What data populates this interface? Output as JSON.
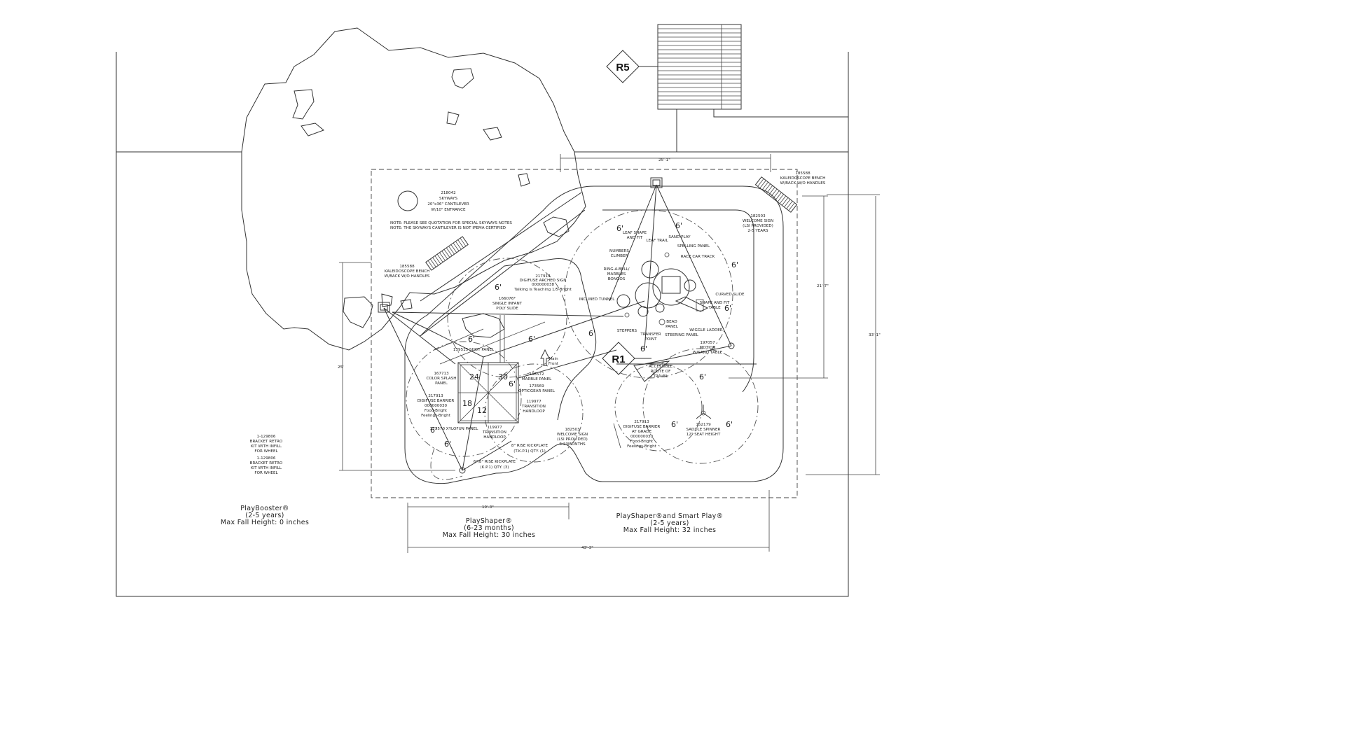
{
  "markers": {
    "r5": "R5",
    "r1": "R1"
  },
  "dimensions": {
    "top_width": "25'-1\"",
    "bottom_left": "19'-3\"",
    "bottom_total": "43'-3\"",
    "right_inner": "21'-7\"",
    "right_outer": "33'-1\"",
    "left_height": "25'",
    "clearance": "6'"
  },
  "deck_heights": [
    "24",
    "30",
    "18",
    "12"
  ],
  "skyways": {
    "code": "218042",
    "name": "SKYWAYS",
    "size": "20\"x36\" CANTILEVER",
    "note": "W/10\" ENTRANCE"
  },
  "notes": [
    "NOTE:      PLEASE SEE QUOTATION FOR SPECIAL SKYWAYS NOTES",
    "NOTE:      THE SKYWAYS CANTILEVER IS NOT IPEMA CERTIFIED"
  ],
  "bench_left": {
    "code": "185588",
    "l1": "KALEIDOSCOPE BENCH",
    "l2": "W/BACK W/O HANDLES"
  },
  "bench_right": {
    "code": "185588",
    "l1": "KALEIDOSCOPE BENCH",
    "l2": "W/BACK W/O HANDLES"
  },
  "welcome_sign_right": {
    "code": "182503",
    "l1": "WELCOME SIGN",
    "l2": "(LSI PROVIDED)",
    "l3": "2-5 YEARS"
  },
  "welcome_sign_left": {
    "code": "182503",
    "l1": "WELCOME SIGN",
    "l2": "(LSI PROVIDED)",
    "l3": "6-23MONTHS"
  },
  "bracket_1": {
    "l1": "1-129806",
    "l2": "BRACKET RETRO",
    "l3": "KIT WITH INFILL",
    "l4": "FOR WHEEL"
  },
  "bracket_2": {
    "l1": "1-129806",
    "l2": "BRACKET RETRO",
    "l3": "KIT WITH INFILL",
    "l4": "FOR WHEEL"
  },
  "arched_sign": {
    "code": "217914",
    "l1": "DIGIFUSE ARCHED SIGN",
    "l2": "000000038",
    "l3": "Talking is Teaching 1/5-Bright"
  },
  "infant_slide": {
    "code": "166076*",
    "l1": "SINGLE INFANT",
    "l2": "POLY SLIDE"
  },
  "small_labels": {
    "shot_panel": "139515 SHOT PANEL",
    "color_splash_code": "167713",
    "color_splash_1": "COLOR SPLASH",
    "color_splash_2": "PANEL",
    "barrier_left_code": "217913",
    "barrier_left_1": "DIGIFUSE BARRIER",
    "barrier_left_2": "000000030",
    "barrier_left_3": "Food-Bright",
    "barrier_left_4": "Feelings-Bright",
    "marble_panel_code": "168572",
    "marble_panel": "MARBLE PANEL",
    "opticgear_code": "173569",
    "opticgear": "OPTICGEAR PANEL",
    "transition_r_code": "119977",
    "transition_r_1": "TRANSITION",
    "transition_r_2": "HANDLOOP",
    "xylofun": "173570 XYLOFUN PANEL",
    "transition_b_code": "119977",
    "transition_b_1": "TRANSITION",
    "transition_b_2": "HANDLOOP",
    "kick_8_1": "8\" RISE KICKPLATE",
    "kick_8_2": "(T.K.P.1) QTY. (1)",
    "kick_6_1": "6\"/8\" RISE KICKPLATE",
    "kick_6_2": "(K.P.1) QTY. (3)",
    "leaf_shape_1": "LEAF SHAPE",
    "leaf_shape_2": "AND FIT",
    "leaf_trail": "LEAF TRAIL",
    "sand_play": "SAND PLAY",
    "spelling_panel": "SPELLING PANEL",
    "race_car_track": "RACE CAR TRACK",
    "numbers_1": "NUMBERS",
    "numbers_2": "CLIMBER",
    "ring_1": "RING-A-BELL/",
    "ring_2": "MARBLES",
    "ring_3": "BONGOS",
    "inclined_tunnel": "INCLINED TUNNEL",
    "curved_slide": "CURVED SLIDE",
    "shape_fit_1": "SHAPE AND FIT",
    "shape_fit_2": "TABLE",
    "steppers": "STEPPERS",
    "transfer_1": "TRANSFER",
    "transfer_2": "POINT",
    "bead_1": "BEAD",
    "bead_2": "PANEL",
    "steering_panel": "STEERING PANEL",
    "wiggle_ladder": "WIGGLE LADDER",
    "motion_code": "197057",
    "motion_1": "MOTION",
    "motion_2": "W/SAND TABLE",
    "access_1": "ACCESSIBLE",
    "access_2": "ROUTE OF",
    "access_3": "TRAVEL",
    "spinner_code": "152179",
    "spinner_1": "SADDLE SPINNER",
    "spinner_2": "12\" SEAT HEIGHT",
    "barrier_right_code": "217913",
    "barrier_right_1": "DIGIFUSE BARRIER",
    "barrier_right_2": "AT GRADE",
    "barrier_right_3": "000000030",
    "barrier_right_4": "Food-Bright",
    "barrier_right_5": "Feelings-Bright",
    "main_front_1": "Main",
    "main_front_2": "Front"
  },
  "zones": [
    {
      "name": "PlayBooster®",
      "age": "(2-5 years)",
      "fall": "Max Fall Height: 0 inches"
    },
    {
      "name": "PlayShaper®",
      "age": "(6-23 months)",
      "fall": "Max Fall Height: 30 inches"
    },
    {
      "name": "PlayShaper®and Smart Play®",
      "age": "(2-5 years)",
      "fall": "Max Fall Height: 32 inches"
    }
  ]
}
